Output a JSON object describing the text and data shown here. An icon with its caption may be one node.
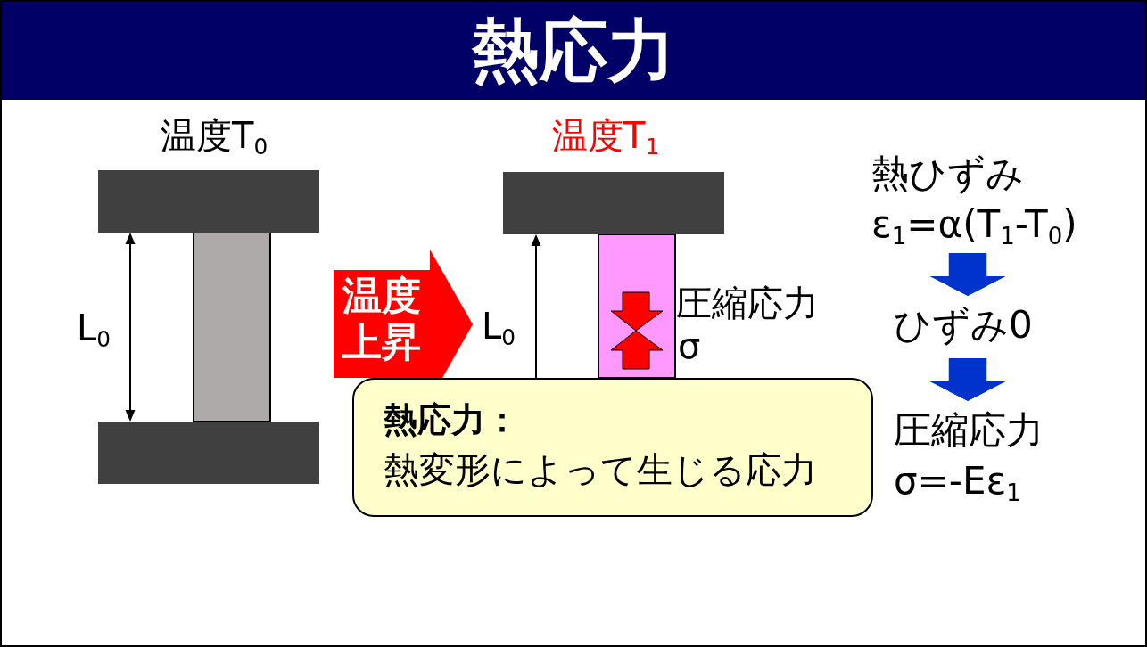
{
  "diagram": {
    "title": "熱応力",
    "nodes": [
      {
        "text": [
          "温度上昇"
        ]
      },
      {
        "text": [
          "熱応力：",
          "熱変形によって生じる応力"
        ]
      },
      {
        "text": [
          "熱ひずみ",
          "ε$_{1}$=α(T$_{1}$-T$_{0}$)"
        ]
      },
      {
        "text": [
          "ひずみ0"
        ]
      },
      {
        "text": [
          "圧縮応力",
          "σ=-Eε$_{1}$"
        ]
      }
    ],
    "edges": [
      {
        "from": 2,
        "to": 3,
        "arrow": "to"
      },
      {
        "from": 3,
        "to": 4,
        "arrow": "to"
      }
    ],
    "labels": [
      "温度T$_{0}$",
      "温度T$_{1}$",
      "L$_{0}$",
      "L$_{0}$",
      "圧縮応力",
      "σ"
    ]
  }
}
